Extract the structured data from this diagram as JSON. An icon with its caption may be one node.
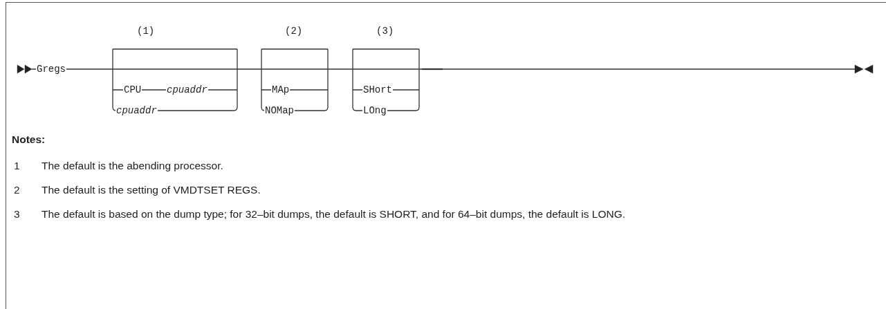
{
  "diagram": {
    "labels": [
      "(1)",
      "(2)",
      "(3)",
      "Gregs",
      "CPU",
      "cpuaddr",
      "MAp",
      "SHort",
      "cpuaddr",
      "NOMap",
      "LOng",
      "Notes:",
      "1",
      "The default is the abending processor.",
      "2",
      "The default is the setting of VMDTSET REGS.",
      "3",
      "The default is based on the dump type; for 32–bit dumps, the default is SHORT, and for 64–bit dumps, the default is LONG."
    ]
  }
}
